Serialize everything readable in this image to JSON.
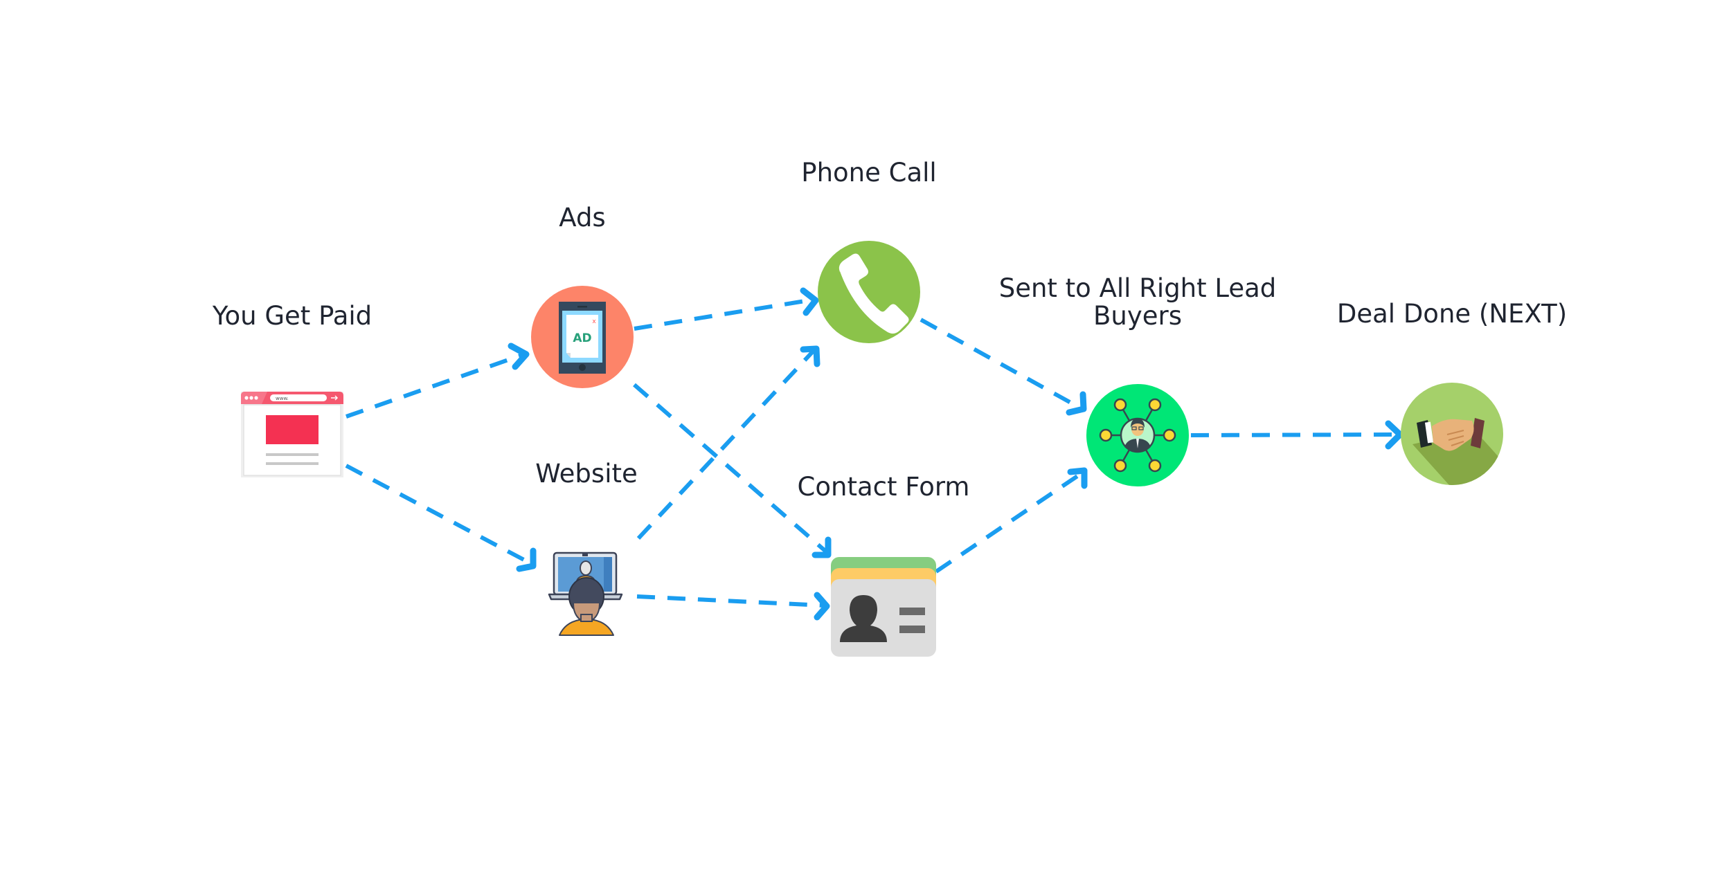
{
  "diagram": {
    "title": "Lead flow",
    "colors": {
      "arrow": "#1a9df0",
      "label": "#1f2430",
      "ads_circle": "#fd8469",
      "phone_circle": "#8bc34a",
      "buyers_circle": "#00e676",
      "deal_circle": "#a5d06a"
    },
    "nodes": [
      {
        "id": "paid",
        "label": "You Get Paid",
        "icon": "browser-window-icon"
      },
      {
        "id": "ads",
        "label": "Ads",
        "icon": "tablet-ad-icon",
        "icon_text": "AD",
        "close_mark": "x"
      },
      {
        "id": "phone",
        "label": "Phone Call",
        "icon": "phone-handset-icon"
      },
      {
        "id": "website",
        "label": "Website",
        "icon": "person-at-laptop-icon"
      },
      {
        "id": "contact",
        "label": "Contact Form",
        "icon": "contact-card-icon"
      },
      {
        "id": "buyers",
        "label_line1": "Sent to All Right Lead",
        "label_line2": "Buyers",
        "icon": "network-person-icon"
      },
      {
        "id": "deal",
        "label": "Deal Done (NEXT)",
        "icon": "handshake-icon"
      }
    ],
    "browser_url": "www.",
    "edges": [
      {
        "from": "paid",
        "to": "ads"
      },
      {
        "from": "paid",
        "to": "website"
      },
      {
        "from": "ads",
        "to": "phone"
      },
      {
        "from": "ads",
        "to": "contact"
      },
      {
        "from": "website",
        "to": "phone"
      },
      {
        "from": "website",
        "to": "contact"
      },
      {
        "from": "phone",
        "to": "buyers"
      },
      {
        "from": "contact",
        "to": "buyers"
      },
      {
        "from": "buyers",
        "to": "deal"
      }
    ]
  }
}
